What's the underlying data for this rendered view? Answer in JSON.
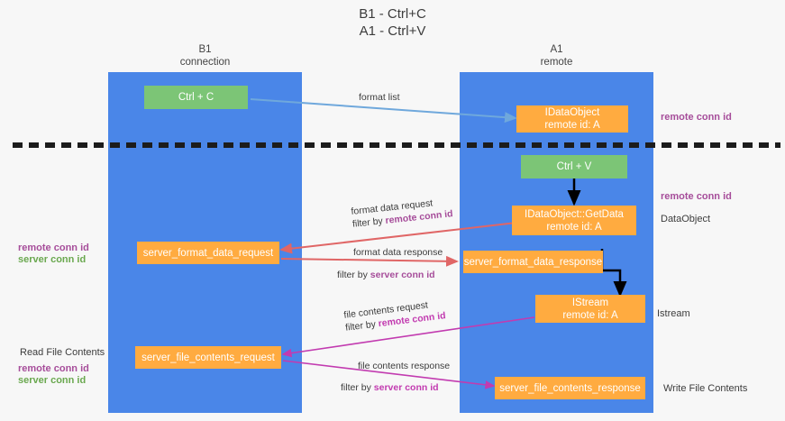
{
  "title": {
    "line1": "B1 - Ctrl+C",
    "line2": "A1 - Ctrl+V"
  },
  "lanes": [
    {
      "id": "b1",
      "title": "B1",
      "subtitle": "connection"
    },
    {
      "id": "a1",
      "title": "A1",
      "subtitle": "remote"
    }
  ],
  "nodes": {
    "ctrl_c": {
      "line1": "Ctrl + C",
      "line2": ""
    },
    "idataobject": {
      "line1": "IDataObject",
      "line2": "remote id: A"
    },
    "ctrl_v": {
      "line1": "Ctrl + V",
      "line2": ""
    },
    "getdata": {
      "line1": "IDataObject::GetData",
      "line2": "remote id: A"
    },
    "fmt_req": {
      "line1": "server_format_data_request",
      "line2": ""
    },
    "fmt_resp": {
      "line1": "server_format_data_response",
      "line2": ""
    },
    "istream": {
      "line1": "IStream",
      "line2": "remote id: A"
    },
    "file_req": {
      "line1": "server_file_contents_request",
      "line2": ""
    },
    "file_resp": {
      "line1": "server_file_contents_response",
      "line2": ""
    }
  },
  "arrow_labels": {
    "format_list": {
      "text": "format list"
    },
    "format_data_request": {
      "line1": "format data request",
      "filter_prefix": "filter by ",
      "filter_key": "remote conn id"
    },
    "format_data_response": {
      "line1": "format data response",
      "filter_prefix": "filter by ",
      "filter_key": "server conn id"
    },
    "file_contents_request": {
      "line1": "file contents request",
      "filter_prefix": "filter by ",
      "filter_key": "remote conn id"
    },
    "file_contents_response": {
      "line1": "file contents response",
      "filter_prefix": "filter by ",
      "filter_key": "server conn id"
    }
  },
  "side_labels": {
    "right_remote_conn_id_top": "remote conn id",
    "right_remote_conn_id_middle": "remote conn id",
    "right_dataobject": "DataObject",
    "right_istream": "Istream",
    "right_write_file_contents": "Write File Contents",
    "left_remote_conn_id_mid": "remote conn id",
    "left_server_conn_id_mid": "server conn id",
    "left_read_file_contents": "Read File Contents",
    "left_remote_conn_id_bottom": "remote conn id",
    "left_server_conn_id_bottom": "server conn id"
  },
  "colors": {
    "lane": "#4a86e8",
    "green_box": "#7cc576",
    "orange_box": "#ffab40",
    "purple_text": "#a64d9a",
    "green_text": "#6aa84f",
    "magenta_text": "#c23bb0",
    "blue_arrow": "#6fa8dc",
    "red_arrow": "#e06666",
    "magenta_arrow": "#c23bb0",
    "black_arrow": "#000000",
    "divider": "#1c1c1c",
    "background": "#f7f7f7"
  }
}
